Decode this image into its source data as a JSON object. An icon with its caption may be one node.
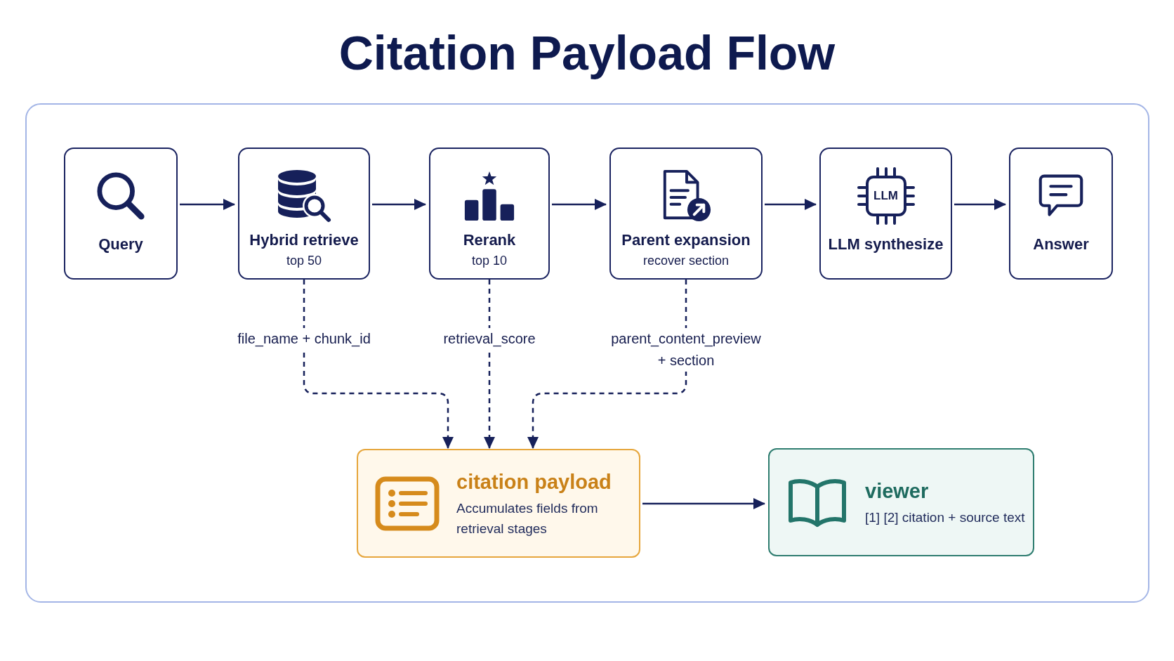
{
  "diagram": {
    "title": "Citation Payload Flow",
    "nodes": [
      {
        "text": [
          "Query"
        ]
      },
      {
        "text": [
          "Hybrid retrieve",
          "top 50"
        ]
      },
      {
        "text": [
          "Rerank",
          "top 10"
        ]
      },
      {
        "text": [
          "Parent expansion",
          "recover section"
        ]
      },
      {
        "text": [
          "LLM",
          "LLM synthesize"
        ]
      },
      {
        "text": [
          "Answer"
        ]
      },
      {
        "text": [
          "citation payload",
          "Accumulates fields from retrieval stages"
        ]
      },
      {
        "text": [
          "viewer",
          "[1] [2] citation + source text"
        ]
      }
    ],
    "edges": [
      {
        "from": 0,
        "to": 1,
        "arrow": "to"
      },
      {
        "from": 1,
        "to": 2,
        "arrow": "to"
      },
      {
        "from": 2,
        "to": 3,
        "arrow": "to"
      },
      {
        "from": 3,
        "to": 4,
        "arrow": "to"
      },
      {
        "from": 4,
        "to": 5,
        "arrow": "to"
      },
      {
        "from": 1,
        "to": 6,
        "arrow": "to",
        "label": "file_name + chunk_id",
        "style": "dashed"
      },
      {
        "from": 2,
        "to": 6,
        "arrow": "to",
        "label": "retrieval_score",
        "style": "dashed"
      },
      {
        "from": 3,
        "to": 6,
        "arrow": "to",
        "label": "parent_content_preview + section",
        "style": "dashed"
      },
      {
        "from": 6,
        "to": 7,
        "arrow": "to"
      }
    ]
  }
}
